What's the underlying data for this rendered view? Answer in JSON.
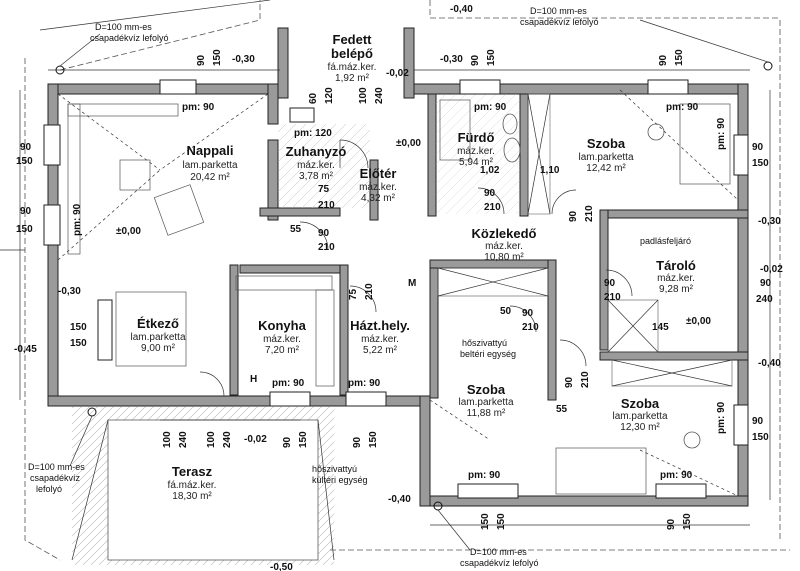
{
  "rooms": {
    "nappali": {
      "name": "Nappali",
      "finish": "lam.parketta",
      "area": "20,42 m²"
    },
    "fedett": {
      "name": "Fedett",
      "name2": "belépő",
      "finish": "fá.máz.ker.",
      "area": "1,92 m²"
    },
    "zuhanyzo": {
      "name": "Zuhanyzó",
      "finish": "máz.ker.",
      "area": "3,78 m²"
    },
    "eloter": {
      "name": "Előtér",
      "finish": "máz.ker.",
      "area": "4,32 m²"
    },
    "furdo": {
      "name": "Fürdő",
      "finish": "máz.ker.",
      "area": "5,94 m²"
    },
    "szoba1": {
      "name": "Szoba",
      "finish": "lam.parketta",
      "area": "12,42 m²"
    },
    "kozlekedo": {
      "name": "Közlekedő",
      "finish": "máz.ker.",
      "area": "10,80 m²"
    },
    "tarolo": {
      "name": "Tároló",
      "finish": "máz.ker.",
      "area": "9,28 m²"
    },
    "etkezo": {
      "name": "Étkező",
      "finish": "lam.parketta",
      "area": "9,00 m²"
    },
    "konyha": {
      "name": "Konyha",
      "finish": "máz.ker.",
      "area": "7,20 m²"
    },
    "haztartasi": {
      "name": "Házt.hely.",
      "finish": "máz.ker.",
      "area": "5,22 m²"
    },
    "szoba2": {
      "name": "Szoba",
      "finish": "lam.parketta",
      "area": "11,88 m²"
    },
    "szoba3": {
      "name": "Szoba",
      "finish": "lam.parketta",
      "area": "12,30 m²"
    },
    "terasz": {
      "name": "Terasz",
      "finish": "fá.máz.ker.",
      "area": "18,30 m²"
    }
  },
  "notes": {
    "gutter_top_left_1": "D=100 mm-es",
    "gutter_top_left_2": "csapadékvíz lefolyó",
    "gutter_top_right_1": "D=100 mm-es",
    "gutter_top_right_2": "csapadékvíz lefolyó",
    "gutter_left_1": "D=100 mm-es",
    "gutter_left_2": "csapadékvíz",
    "gutter_left_3": "lefolyó",
    "gutter_bottom_1": "D=100 mm-es",
    "gutter_bottom_2": "csapadékvíz lefolyó",
    "heatpump_in_1": "hőszivattyú",
    "heatpump_in_2": "beltéri egység",
    "heatpump_out_1": "hőszivattyú",
    "heatpump_out_2": "kültéri egység",
    "attic": "padlásfeljáró"
  },
  "levels": {
    "top_left": "-0,30",
    "top_center": "-0,40",
    "top_right": "-0,30",
    "entry": "-0,02",
    "nappali": "±0,00",
    "eloter": "±0,00",
    "tarolo": "±0,00",
    "left": "-0,30",
    "left_low": "-0,45",
    "right_top": "-0,30",
    "right_mid": "-0,02",
    "right_low": "-0,40",
    "terrace": "-0,02",
    "bottom_right": "-0,40",
    "bottom": "-0,50"
  },
  "dimensions": {
    "d90": "90",
    "d150": "150",
    "d100": "100",
    "d240": "240",
    "d210": "210",
    "d60": "60",
    "d120": "120",
    "d75": "75",
    "d55": "55",
    "d50": "50",
    "d145": "145",
    "d1_02": "1,02",
    "d1_10": "1,10",
    "pm90": "pm: 90",
    "pm120": "pm: 120"
  },
  "letters": {
    "h": "H",
    "m": "M"
  }
}
